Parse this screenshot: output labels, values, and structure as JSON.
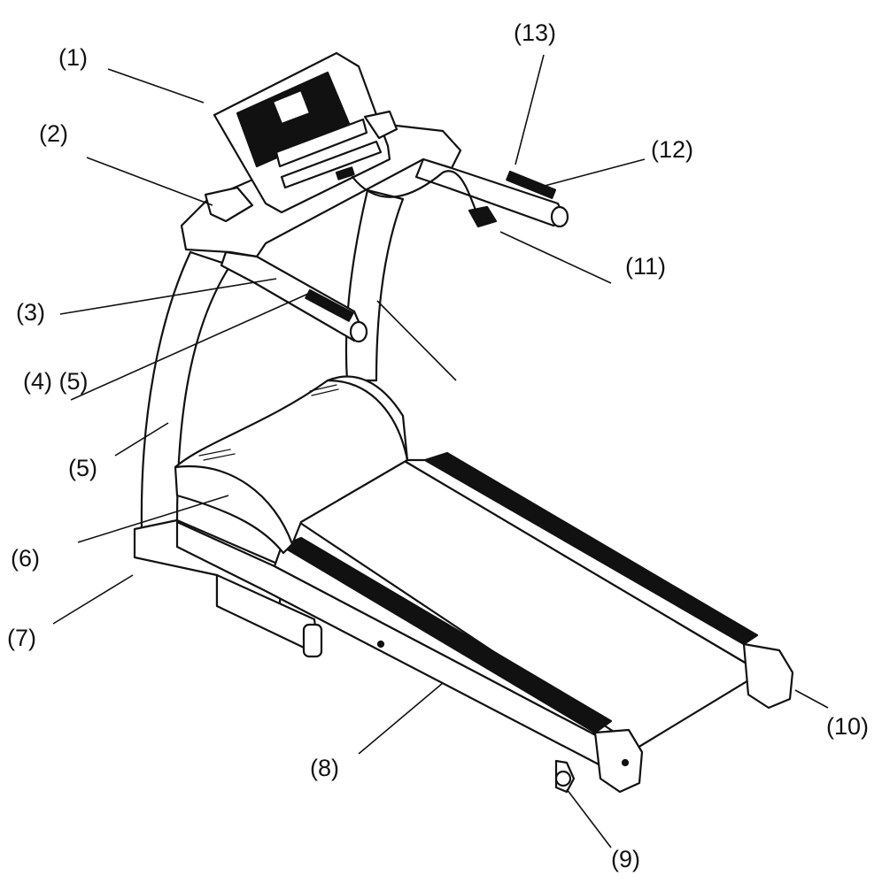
{
  "diagram": {
    "callouts": {
      "c1": "(1)",
      "c2": "(2)",
      "c3": "(3)",
      "c4": "(4) (5)",
      "c5": "(5)",
      "c6": "(6)",
      "c7": "(7)",
      "c8": "(8)",
      "c9": "(9)",
      "c10": "(10)",
      "c11": "(11)",
      "c12": "(12)",
      "c13": "(13)"
    }
  }
}
